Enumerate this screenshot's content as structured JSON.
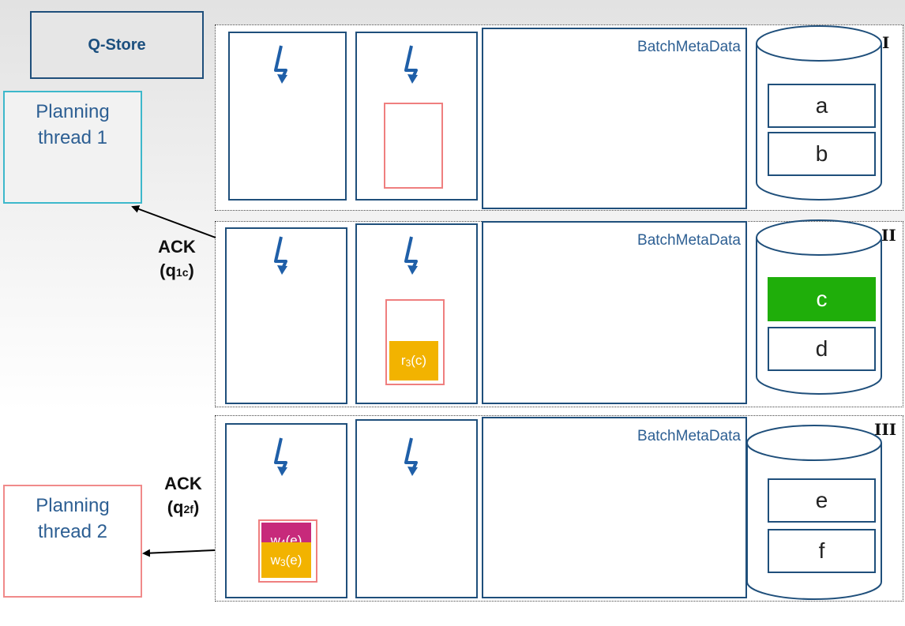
{
  "qstore": {
    "label": "Q-Store"
  },
  "planning_threads": [
    {
      "line1": "Planning",
      "line2": "thread 1"
    },
    {
      "line1": "Planning",
      "line2": "thread 2"
    }
  ],
  "acks": [
    {
      "label": "ACK",
      "paren_open": "(q",
      "sub": "1c",
      "paren_close": ")"
    },
    {
      "label": "ACK",
      "paren_open": "(q",
      "sub": "2f",
      "paren_close": ")"
    }
  ],
  "batch_label": "BatchMetaData",
  "rows": [
    {
      "roman": "I",
      "cells": [
        "a",
        "b"
      ]
    },
    {
      "roman": "II",
      "cells": [
        "c",
        "d"
      ]
    },
    {
      "roman": "III",
      "cells": [
        "e",
        "f"
      ]
    }
  ],
  "ops": {
    "r3": {
      "letter": "r",
      "sub": "3",
      "arg": "(c)"
    },
    "w4": {
      "letter": "w",
      "sub": "4",
      "arg": "(e)"
    },
    "w3": {
      "letter": "w",
      "sub": "3",
      "arg": "(e)"
    }
  },
  "colors": {
    "accent_blue": "#1f4f7b",
    "queue_pink": "#ef7f7f",
    "op_yellow": "#f2b300",
    "op_magenta": "#c72a7b",
    "highlight_green": "#1fae0a"
  }
}
